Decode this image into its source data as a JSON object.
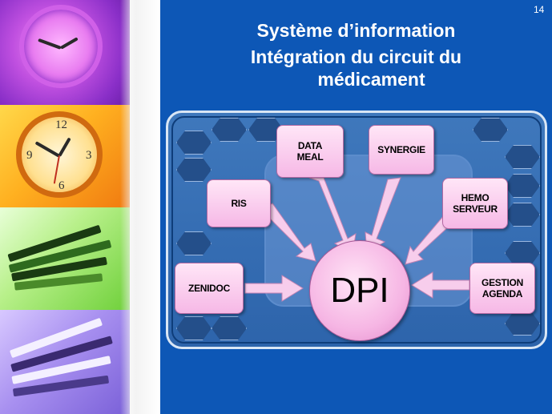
{
  "slide": {
    "page_number": "14",
    "title_line1": "Système d’information",
    "title_line2": "Intégration du  circuit du",
    "title_line3": "médicament"
  },
  "diagram": {
    "center": "DPI",
    "systems": {
      "data_meal": "DATA\nMEAL",
      "synergie": "SYNERGIE",
      "ris": "RIS",
      "hemo_serveur": "HEMO\nSERVEUR",
      "zenidoc": "ZENIDOC",
      "gestion_agenda": "GESTION\nAGENDA"
    }
  },
  "colors": {
    "slide_background": "#0d57b6",
    "box_fill": "#f6b8e6",
    "arrow_fill": "#f7cdec"
  },
  "decorative_icons": [
    "clock-icon",
    "clock-icon",
    "papers-icon",
    "papers-icon"
  ]
}
